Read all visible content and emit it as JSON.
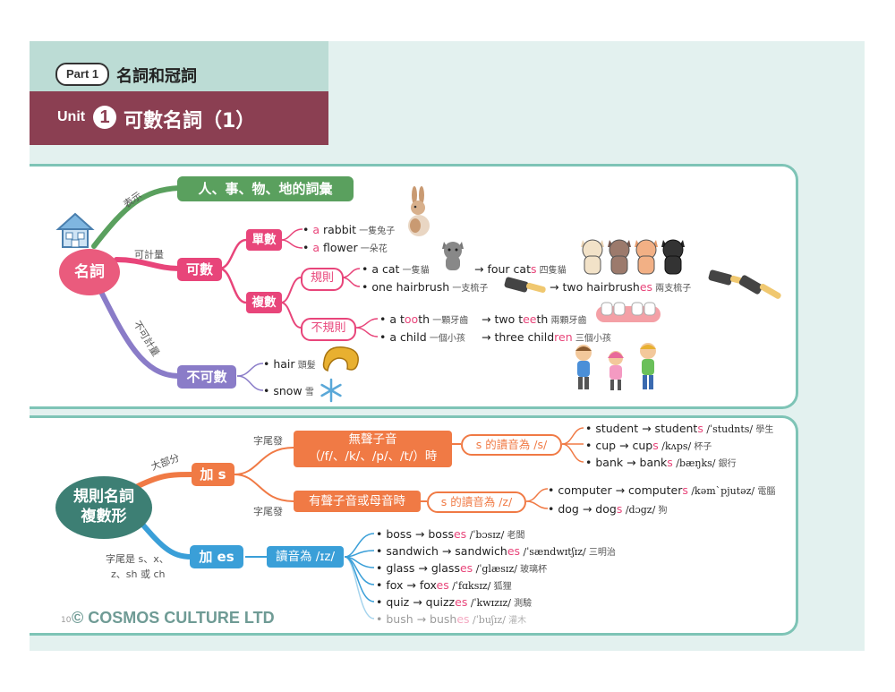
{
  "header": {
    "part_label": "Part",
    "part_num": "1",
    "part_title": "名詞和冠詞",
    "unit_word": "Unit",
    "unit_num": "1",
    "unit_title": "可數名詞（1）"
  },
  "map1": {
    "root": "名詞",
    "branch_people": "人、事、物、地的詞彙",
    "label_represent": "表示",
    "label_countable": "可計量",
    "label_uncountable": "不可計量",
    "countable": "可數",
    "singular": "單數",
    "plural": "複數",
    "regular": "規則",
    "irregular": "不規則",
    "uncountable": "不可數",
    "singular_items": [
      {
        "pre": "• ",
        "art": "a",
        "word": " rabbit",
        "cn": " 一隻兔子"
      },
      {
        "pre": "• ",
        "art": "a",
        "word": " flower",
        "cn": " 一朵花"
      }
    ],
    "regular_items": [
      {
        "a": "• a cat",
        "cn1": " 一隻貓",
        "b1": "→ four cat",
        "suf": "s",
        "cn2": " 四隻貓"
      },
      {
        "a": "• one hairbrush",
        "cn1": " 一支梳子",
        "b1": "→ two hairbrush",
        "suf": "es",
        "cn2": " 兩支梳子"
      }
    ],
    "irregular_items": [
      {
        "a1": "• a t",
        "a2": "oo",
        "a3": "th",
        "cn1": " 一顆牙齒",
        "b1": "→ two t",
        "b2": "ee",
        "b3": "th",
        "cn2": " 兩顆牙齒"
      },
      {
        "a1": "• a child",
        "a2": "",
        "a3": "",
        "cn1": " 一個小孩",
        "b1": "→ three child",
        "b2": "ren",
        "b3": "",
        "cn2": " 三個小孩"
      }
    ],
    "uncountable_items": [
      {
        "word": "• hair",
        "cn": " 頭髮"
      },
      {
        "word": "• snow",
        "cn": " 雪"
      }
    ]
  },
  "map2": {
    "root_line1": "規則名詞",
    "root_line2": "複數形",
    "label_most": "大部分",
    "label_ending1": "字尾發",
    "label_ending2": "字尾發",
    "label_ending3_l1": "字尾是 s、x、",
    "label_ending3_l2": "z、sh 或 ch",
    "add_s": "加 s",
    "add_es": "加 es",
    "voiceless_l1": "無聲子音",
    "voiceless_l2": "（/f/、/k/、/p/、/t/）時",
    "voiced": "有聲子音或母音時",
    "s_sound1": "s 的讀音為 /s/",
    "s_sound2": "s 的讀音為 /z/",
    "es_sound": "讀音為 /ɪz/",
    "s_items": [
      {
        "w": "• student → student",
        "s": "s",
        "ipa": " /ˈstudnts/",
        "cn": " 學生"
      },
      {
        "w": "• cup → cup",
        "s": "s",
        "ipa": " /kʌps/",
        "cn": " 杯子"
      },
      {
        "w": "• bank → bank",
        "s": "s",
        "ipa": " /bæŋks/",
        "cn": " 銀行"
      }
    ],
    "z_items": [
      {
        "w": "• computer → computer",
        "s": "s",
        "ipa": " /kəmˋpjutəz/",
        "cn": " 電腦"
      },
      {
        "w": "• dog → dog",
        "s": "s",
        "ipa": " /dɔgz/",
        "cn": " 狗"
      }
    ],
    "es_items": [
      {
        "w": "• boss → boss",
        "s": "es",
        "ipa": " /ˈbɔsɪz/",
        "cn": " 老闆"
      },
      {
        "w": "• sandwich → sandwich",
        "s": "es",
        "ipa": " /ˈsændwɪtʃɪz/",
        "cn": " 三明治"
      },
      {
        "w": "• glass → glass",
        "s": "es",
        "ipa": " /ˈglæsɪz/",
        "cn": " 玻璃杯"
      },
      {
        "w": "• fox → fox",
        "s": "es",
        "ipa": " /ˈfɑksɪz/",
        "cn": " 狐狸"
      },
      {
        "w": "• quiz → quizz",
        "s": "es",
        "ipa": " /ˈkwɪzɪz/",
        "cn": " 測驗"
      },
      {
        "w": "• bush → bush",
        "s": "es",
        "ipa": " /ˈbuʃɪz/",
        "cn": " 灌木"
      }
    ]
  },
  "footer": {
    "page": "10",
    "copyright": "© COSMOS CULTURE LTD"
  }
}
